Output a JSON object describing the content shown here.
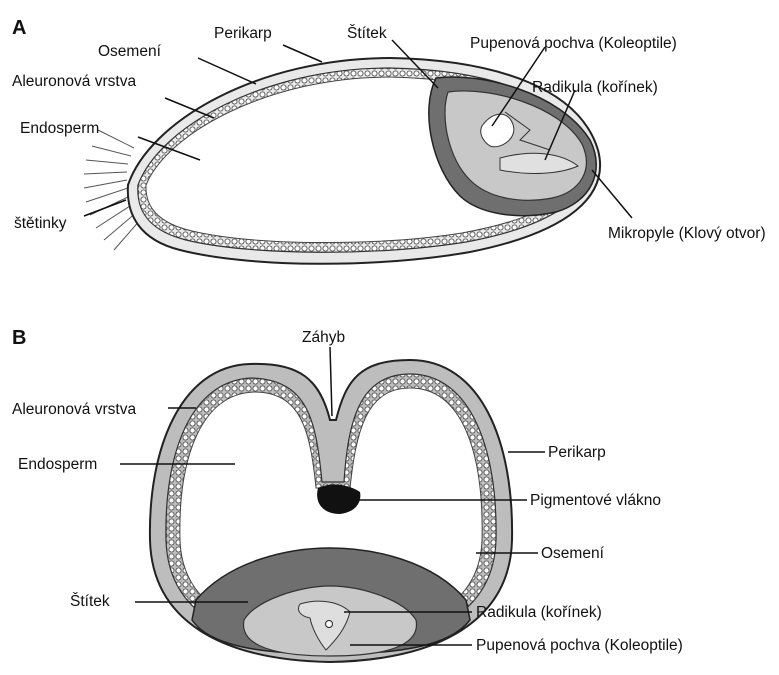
{
  "panel_a": {
    "letter": "A",
    "labels": {
      "perikarp": "Perikarp",
      "stitek": "Štítek",
      "pupenova_pochva": "Pupenová pochva (Koleoptile)",
      "osemeni": "Osemení",
      "aleuronova_vrstva": "Aleuronová vrstva",
      "radikula": "Radikula (kořínek)",
      "endosperm": "Endosperm",
      "stetinky": "štětinky",
      "mikropyle": "Mikropyle (Klový otvor)"
    }
  },
  "panel_b": {
    "letter": "B",
    "labels": {
      "zahyb": "Záhyb",
      "aleuronova_vrstva": "Aleuronová vrstva",
      "endosperm": "Endosperm",
      "perikarp": "Perikarp",
      "pigmentove_vlakno": "Pigmentové vlákno",
      "osemeni": "Osemení",
      "stitek": "Štítek",
      "radikula": "Radikula (kořínek)",
      "pupenova_pochva": "Pupenová pochva (Koleoptile)"
    }
  },
  "colors": {
    "outline": "#222222",
    "pericarp": "#9a9a9a",
    "scutellum": "#6f6f6f",
    "embryo": "#c8c8c8",
    "pigment": "#111111"
  }
}
